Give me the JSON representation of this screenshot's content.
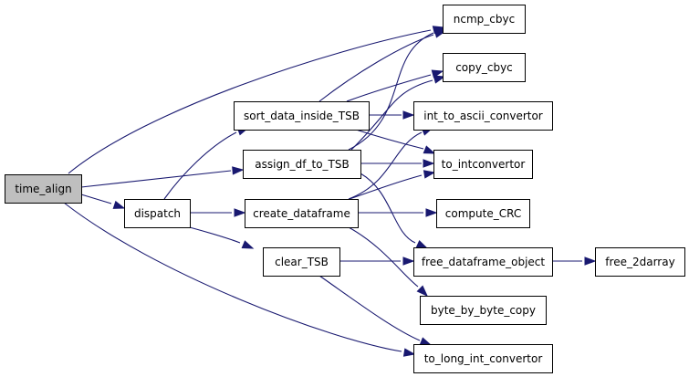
{
  "graph": {
    "colors": {
      "edge": "#191970",
      "node_fill": "#ffffff",
      "root_fill": "#bfbfbf",
      "node_border": "#000000"
    },
    "nodes": [
      {
        "id": "time_align",
        "label": "time_align",
        "root": true
      },
      {
        "id": "dispatch",
        "label": "dispatch"
      },
      {
        "id": "sort_data_inside_TSB",
        "label": "sort_data_inside_TSB"
      },
      {
        "id": "assign_df_to_TSB",
        "label": "assign_df_to_TSB"
      },
      {
        "id": "create_dataframe",
        "label": "create_dataframe"
      },
      {
        "id": "clear_TSB",
        "label": "clear_TSB"
      },
      {
        "id": "ncmp_cbyc",
        "label": "ncmp_cbyc"
      },
      {
        "id": "copy_cbyc",
        "label": "copy_cbyc"
      },
      {
        "id": "int_to_ascii_convertor",
        "label": "int_to_ascii_convertor"
      },
      {
        "id": "to_intconvertor",
        "label": "to_intconvertor"
      },
      {
        "id": "compute_CRC",
        "label": "compute_CRC"
      },
      {
        "id": "free_dataframe_object",
        "label": "free_dataframe_object"
      },
      {
        "id": "byte_by_byte_copy",
        "label": "byte_by_byte_copy"
      },
      {
        "id": "to_long_int_convertor",
        "label": "to_long_int_convertor"
      },
      {
        "id": "free_2darray",
        "label": "free_2darray"
      }
    ],
    "edges": [
      {
        "from": "time_align",
        "to": "ncmp_cbyc"
      },
      {
        "from": "time_align",
        "to": "assign_df_to_TSB"
      },
      {
        "from": "time_align",
        "to": "dispatch"
      },
      {
        "from": "time_align",
        "to": "to_long_int_convertor"
      },
      {
        "from": "dispatch",
        "to": "sort_data_inside_TSB"
      },
      {
        "from": "dispatch",
        "to": "create_dataframe"
      },
      {
        "from": "dispatch",
        "to": "clear_TSB"
      },
      {
        "from": "sort_data_inside_TSB",
        "to": "ncmp_cbyc"
      },
      {
        "from": "sort_data_inside_TSB",
        "to": "copy_cbyc"
      },
      {
        "from": "sort_data_inside_TSB",
        "to": "int_to_ascii_convertor"
      },
      {
        "from": "sort_data_inside_TSB",
        "to": "to_intconvertor"
      },
      {
        "from": "assign_df_to_TSB",
        "to": "ncmp_cbyc"
      },
      {
        "from": "assign_df_to_TSB",
        "to": "copy_cbyc"
      },
      {
        "from": "assign_df_to_TSB",
        "to": "to_intconvertor"
      },
      {
        "from": "assign_df_to_TSB",
        "to": "free_dataframe_object"
      },
      {
        "from": "create_dataframe",
        "to": "int_to_ascii_convertor"
      },
      {
        "from": "create_dataframe",
        "to": "to_intconvertor"
      },
      {
        "from": "create_dataframe",
        "to": "compute_CRC"
      },
      {
        "from": "create_dataframe",
        "to": "byte_by_byte_copy"
      },
      {
        "from": "clear_TSB",
        "to": "free_dataframe_object"
      },
      {
        "from": "clear_TSB",
        "to": "to_long_int_convertor"
      },
      {
        "from": "free_dataframe_object",
        "to": "free_2darray"
      }
    ]
  }
}
